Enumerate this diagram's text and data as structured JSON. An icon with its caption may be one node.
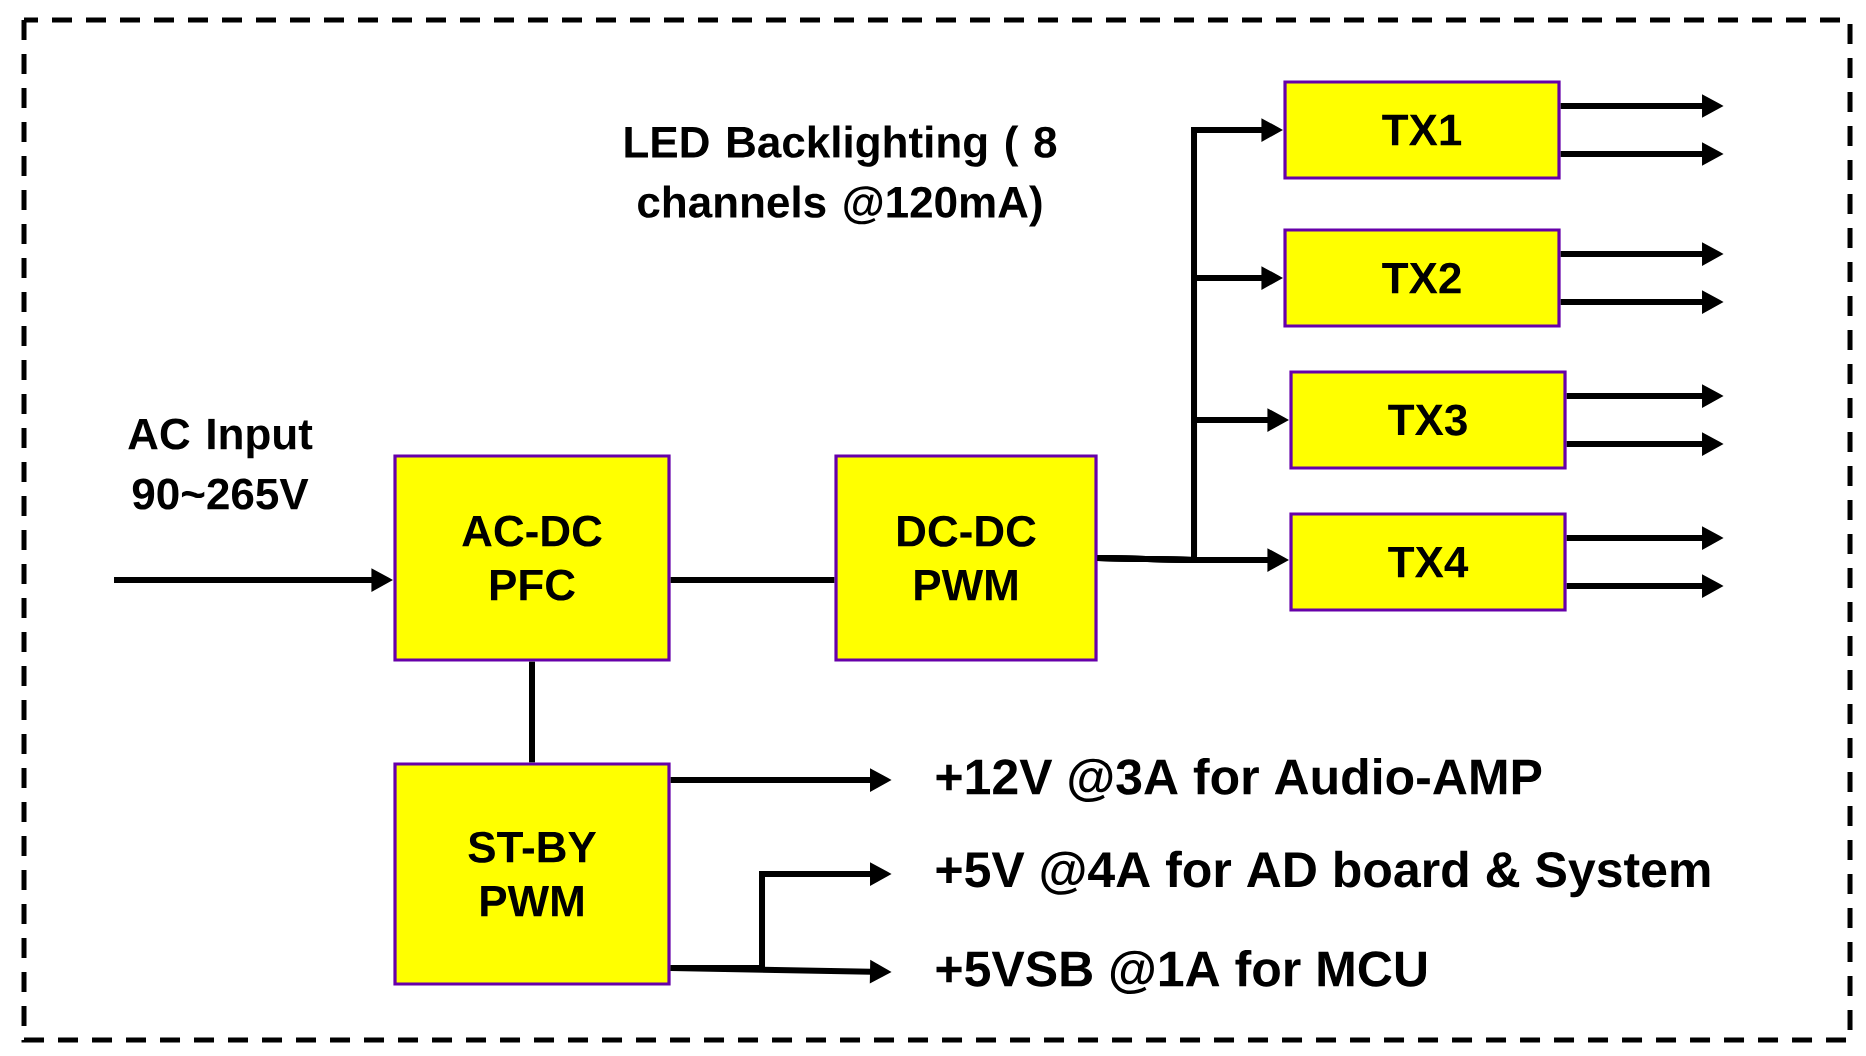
{
  "diagram": {
    "nodes": [
      {
        "text": [
          "AC-DC PFC"
        ]
      },
      {
        "text": [
          "DC-DC PWM"
        ]
      },
      {
        "text": [
          "TX1"
        ]
      },
      {
        "text": [
          "TX2"
        ]
      },
      {
        "text": [
          "TX3"
        ]
      },
      {
        "text": [
          "TX4"
        ]
      },
      {
        "text": [
          "ST-BY PWM"
        ]
      },
      {
        "text": [
          "+12V @3A for Audio-AMP"
        ]
      },
      {
        "text": [
          "+5V @4A for AD board & System"
        ]
      },
      {
        "text": [
          "+5VSB @1A for MCU"
        ]
      }
    ],
    "edges": [
      {
        "from": null,
        "to": 0,
        "arrow": "to"
      },
      {
        "from": 0,
        "to": 1,
        "arrow": "none"
      },
      {
        "from": 1,
        "to": 2,
        "arrow": "to"
      },
      {
        "from": 1,
        "to": 3,
        "arrow": "to"
      },
      {
        "from": 1,
        "to": 4,
        "arrow": "to"
      },
      {
        "from": 1,
        "to": 5,
        "arrow": "to"
      },
      {
        "from": 2,
        "to": null,
        "arrow": "to"
      },
      {
        "from": 2,
        "to": null,
        "arrow": "to"
      },
      {
        "from": 3,
        "to": null,
        "arrow": "to"
      },
      {
        "from": 3,
        "to": null,
        "arrow": "to"
      },
      {
        "from": 4,
        "to": null,
        "arrow": "to"
      },
      {
        "from": 4,
        "to": null,
        "arrow": "to"
      },
      {
        "from": 5,
        "to": null,
        "arrow": "to"
      },
      {
        "from": 5,
        "to": null,
        "arrow": "to"
      },
      {
        "from": 0,
        "to": 6,
        "arrow": "none"
      },
      {
        "from": 6,
        "to": 7,
        "arrow": "to"
      },
      {
        "from": 6,
        "to": 8,
        "arrow": "to"
      },
      {
        "from": 6,
        "to": 9,
        "arrow": "to"
      }
    ],
    "labels": [
      "LED Backlighting ( 8 channels @120mA)",
      "AC Input 90~265V"
    ]
  }
}
